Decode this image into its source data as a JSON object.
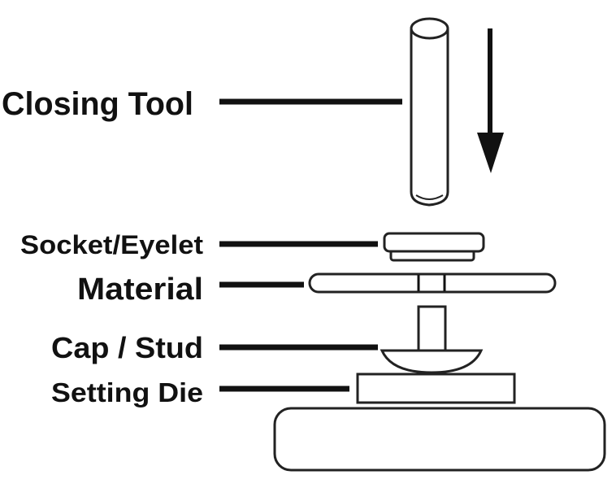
{
  "title": "Snap fastener setting diagram",
  "labels": {
    "closing_tool": "Closing Tool",
    "socket_eyelet": "Socket/Eyelet",
    "material": "Material",
    "cap_stud": "Cap / Stud",
    "setting_die": "Setting Die"
  },
  "colors": {
    "ink": "#111111",
    "background": "#ffffff"
  }
}
